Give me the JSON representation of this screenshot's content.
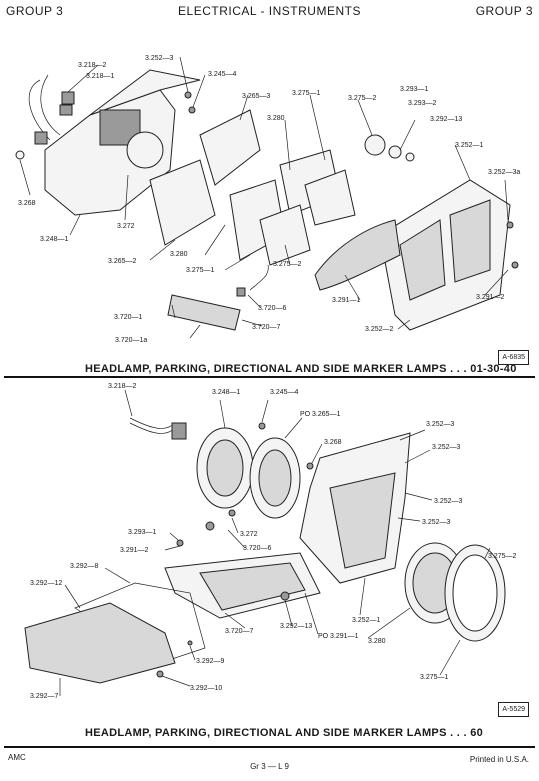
{
  "header": {
    "left": "GROUP 3",
    "center": "ELECTRICAL - INSTRUMENTS",
    "right": "GROUP 3"
  },
  "top": {
    "labels": {
      "l3218_2": "3.218—2",
      "l3218_1": "3.218—1",
      "l3252_3": "3.252—3",
      "l3245_4": "3.245—4",
      "l3265_3": "3.265—3",
      "l3275_1a": "3.275—1",
      "l3275_2a": "3.275—2",
      "l3293_1": "3.293—1",
      "l3293_2": "3.293—2",
      "l3292_13": "3.292—13",
      "l3252_1": "3.252—1",
      "l3252_3a": "3.252—3a",
      "l3280a": "3.280",
      "l3268": "3.268",
      "l3272": "3.272",
      "l3248_1": "3.248—1",
      "l3280b": "3.280",
      "l3265_2": "3.265—2",
      "l3275_1b": "3.275—1",
      "l3275_2b": "3.275—2",
      "l3291_1": "3.291—1",
      "l3291_2": "3.291—2",
      "l3720_1": "3.720—1",
      "l3720_6": "3.720—6",
      "l3720_7": "3.720—7",
      "l3720_1a": "3.720—1a",
      "l3252_2": "3.252—2"
    },
    "caption": "HEADLAMP, PARKING, DIRECTIONAL AND SIDE MARKER LAMPS . . . 01-30-40",
    "fig_id": "A-6835"
  },
  "bottom": {
    "labels": {
      "l3218_2": "3.218—2",
      "l3248_1": "3.248—1",
      "l3245_4": "3.245—4",
      "l3265_1": "PO 3.265—1",
      "l3268": "3.268",
      "l3252_3a": "3.252—3",
      "l3252_3b": "3.252—3",
      "l3252_3c": "3.252—3",
      "l3252_3d": "3.252—3",
      "l3293_1": "3.293—1",
      "l3272": "3.272",
      "l3291_2": "3.291—2",
      "l3720_6": "3.720—6",
      "l3292_8": "3.292—8",
      "l3292_12": "3.292—12",
      "l3720_7": "3.720—7",
      "l3292_13": "3.292—13",
      "l3291_1": "PO 3.291—1",
      "l3252_1": "3.252—1",
      "l3275_2": "3.275—2",
      "l3280": "3.280",
      "l3292_9": "3.292—9",
      "l3292_10": "3.292—10",
      "l3292_7": "3.292—7",
      "l3275_1": "3.275—1"
    },
    "caption": "HEADLAMP, PARKING, DIRECTIONAL AND SIDE MARKER LAMPS . . . 60",
    "fig_id": "A-5529"
  },
  "footer": {
    "left": "AMC",
    "center": "Gr 3  —  L 9",
    "right": "Printed in U.S.A."
  }
}
